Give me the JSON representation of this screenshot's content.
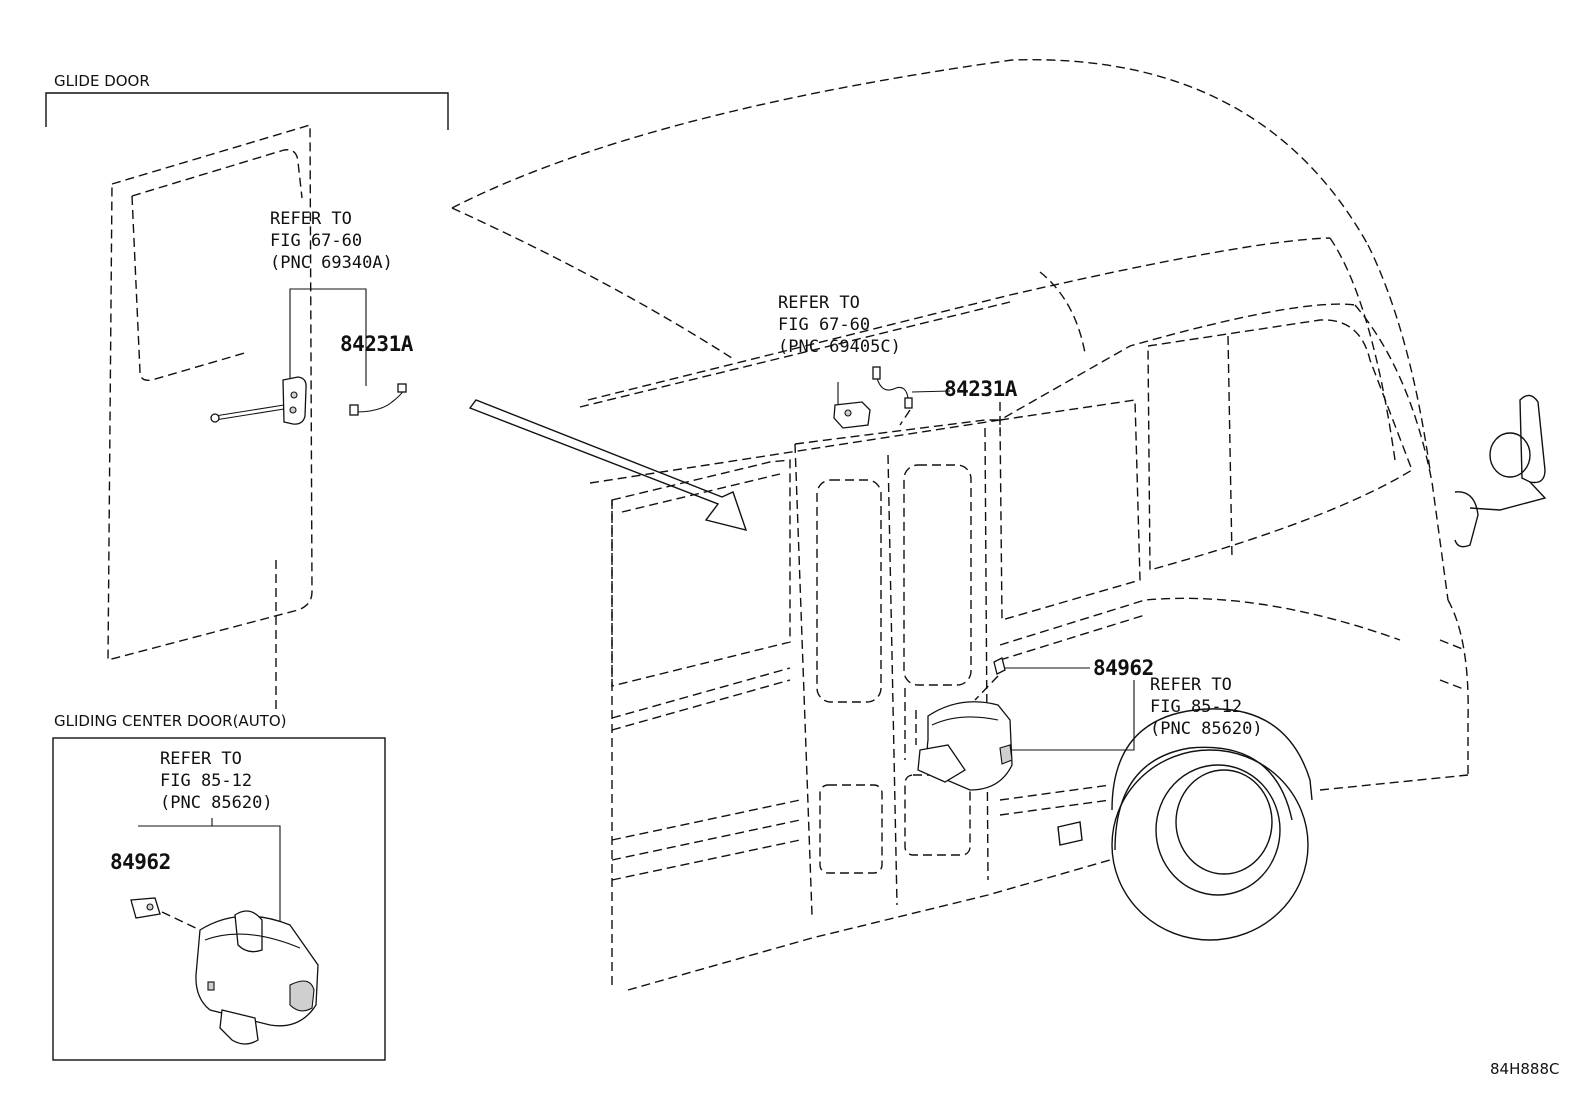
{
  "sections": {
    "glide_door": "GLIDE DOOR",
    "gliding_center_door": "GLIDING CENTER DOOR(AUTO)"
  },
  "refs": {
    "glide_door_ref": [
      "REFER TO",
      "FIG 67-60",
      "(PNC 69340A)"
    ],
    "roof_ref": [
      "REFER TO",
      "FIG 67-60",
      "(PNC 69405C)"
    ],
    "side_closer_ref": [
      "REFER TO",
      "FIG 85-12",
      "(PNC 85620)"
    ],
    "inset_closer_ref": [
      "REFER TO",
      "FIG 85-12",
      "(PNC 85620)"
    ]
  },
  "parts": {
    "glide_door_switch": "84231A",
    "roof_switch": "84231A",
    "side_connector": "84962",
    "inset_connector": "84962"
  },
  "diagram_code": "84H888C"
}
